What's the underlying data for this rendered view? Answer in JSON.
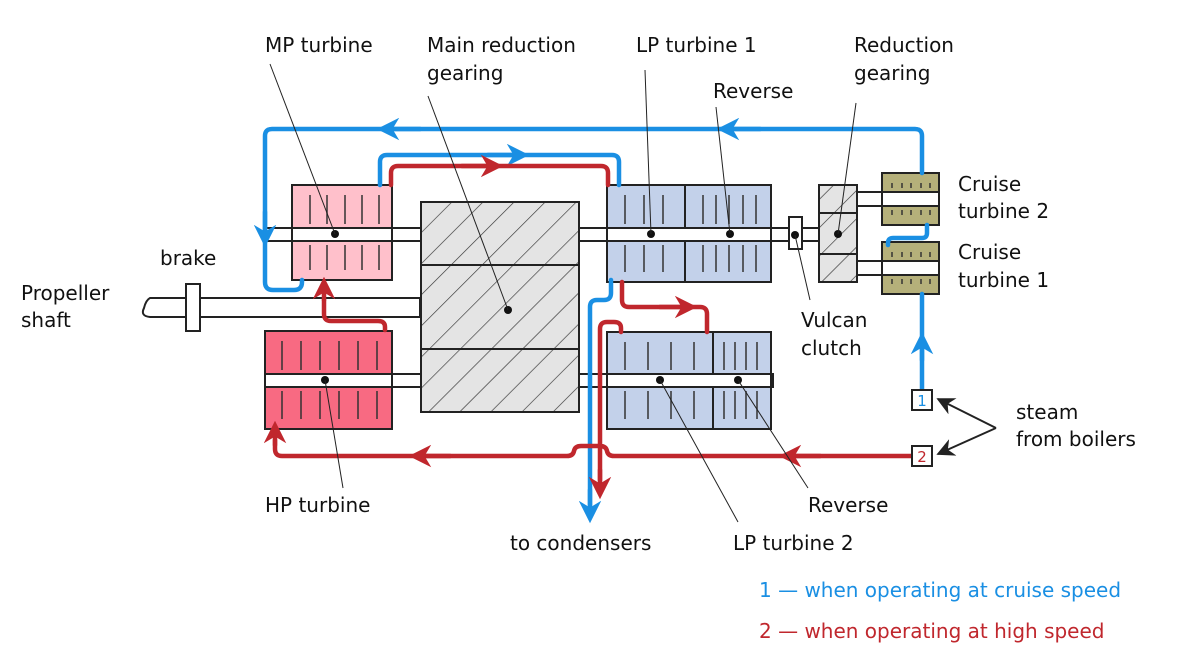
{
  "colors": {
    "cruise": "#1a8fe3",
    "high": "#c0272d",
    "mp_turbine": "#ffc0cb",
    "hp_turbine": "#f86a82",
    "lp_turbine": "#c3d1ea",
    "cruise_turbine": "#b5b07a",
    "gearing": "#e4e4e4",
    "outline": "#222222"
  },
  "labels": {
    "mp_turbine": "MP turbine",
    "main_gearing": [
      "Main reduction",
      "gearing"
    ],
    "lp_turbine_1": "LP turbine 1",
    "reverse_top": "Reverse",
    "reduction_gearing": [
      "Reduction",
      "gearing"
    ],
    "cruise_turbine_2": [
      "Cruise",
      "turbine 2"
    ],
    "cruise_turbine_1": [
      "Cruise",
      "turbine 1"
    ],
    "brake": "brake",
    "propeller_shaft": [
      "Propeller",
      "shaft"
    ],
    "vulcan_clutch": [
      "Vulcan",
      "clutch"
    ],
    "steam_from_boilers": [
      "steam",
      "from boilers"
    ],
    "hp_turbine": "HP turbine",
    "to_condensers": "to condensers",
    "lp_turbine_2": "LP turbine 2",
    "reverse_bottom": "Reverse"
  },
  "valves": {
    "cruise_valve": "1",
    "high_valve": "2"
  },
  "legend": [
    {
      "text": "1 — when operating at cruise speed",
      "color_key": "cruise"
    },
    {
      "text": "2 — when operating at high speed",
      "color_key": "high"
    }
  ]
}
